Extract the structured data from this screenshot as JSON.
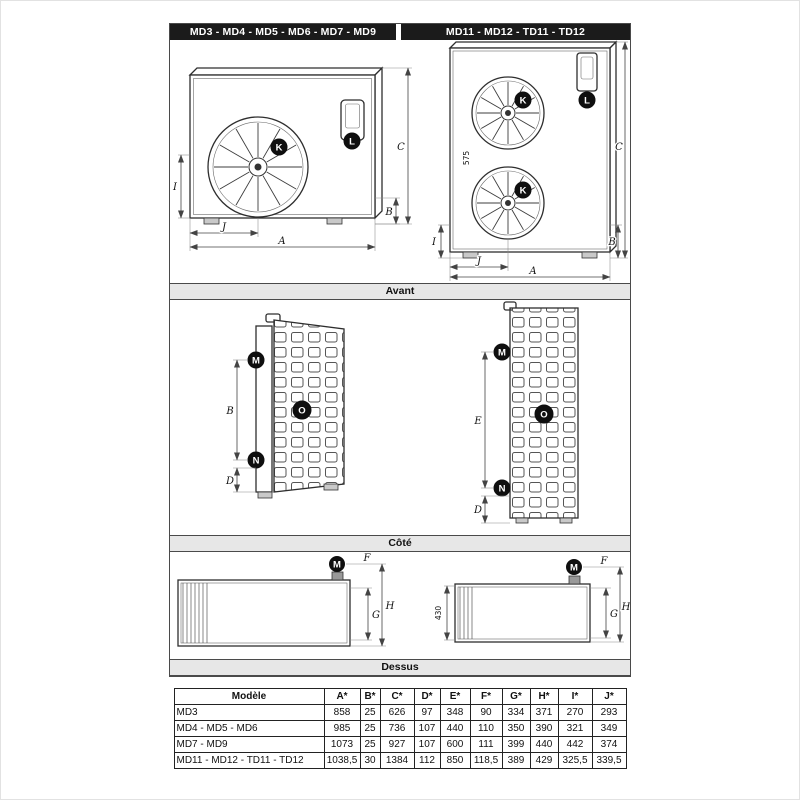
{
  "headers": {
    "left": "MD3 - MD4 - MD5 - MD6 - MD7 - MD9",
    "right": "MD11 - MD12 - TD11 - TD12"
  },
  "sections": {
    "front": "Avant",
    "side": "Côté",
    "top": "Dessus"
  },
  "labels": {
    "A": "A",
    "B": "B",
    "C": "C",
    "D": "D",
    "E": "E",
    "F": "F",
    "G": "G",
    "H": "H",
    "I": "I",
    "J": "J",
    "K": "K",
    "L": "L",
    "M": "M",
    "N": "N",
    "O": "O",
    "dim575": "575",
    "dim430": "430"
  },
  "table": {
    "headers": [
      "Modèle",
      "A*",
      "B*",
      "C*",
      "D*",
      "E*",
      "F*",
      "G*",
      "H*",
      "I*",
      "J*"
    ],
    "rows": [
      [
        "MD3",
        "858",
        "25",
        "626",
        "97",
        "348",
        "90",
        "334",
        "371",
        "270",
        "293"
      ],
      [
        "MD4 - MD5 - MD6",
        "985",
        "25",
        "736",
        "107",
        "440",
        "110",
        "350",
        "390",
        "321",
        "349"
      ],
      [
        "MD7 - MD9",
        "1073",
        "25",
        "927",
        "107",
        "600",
        "111",
        "399",
        "440",
        "442",
        "374"
      ],
      [
        "MD11 - MD12 - TD11 - TD12",
        "1038,5",
        "30",
        "1384",
        "112",
        "850",
        "118,5",
        "389",
        "429",
        "325,5",
        "339,5"
      ]
    ]
  },
  "colors": {
    "header_bg": "#1b1b1b",
    "section_label_bg": "#e7e7e7",
    "outline": "#2e2e2e",
    "dim_line": "#444444"
  }
}
